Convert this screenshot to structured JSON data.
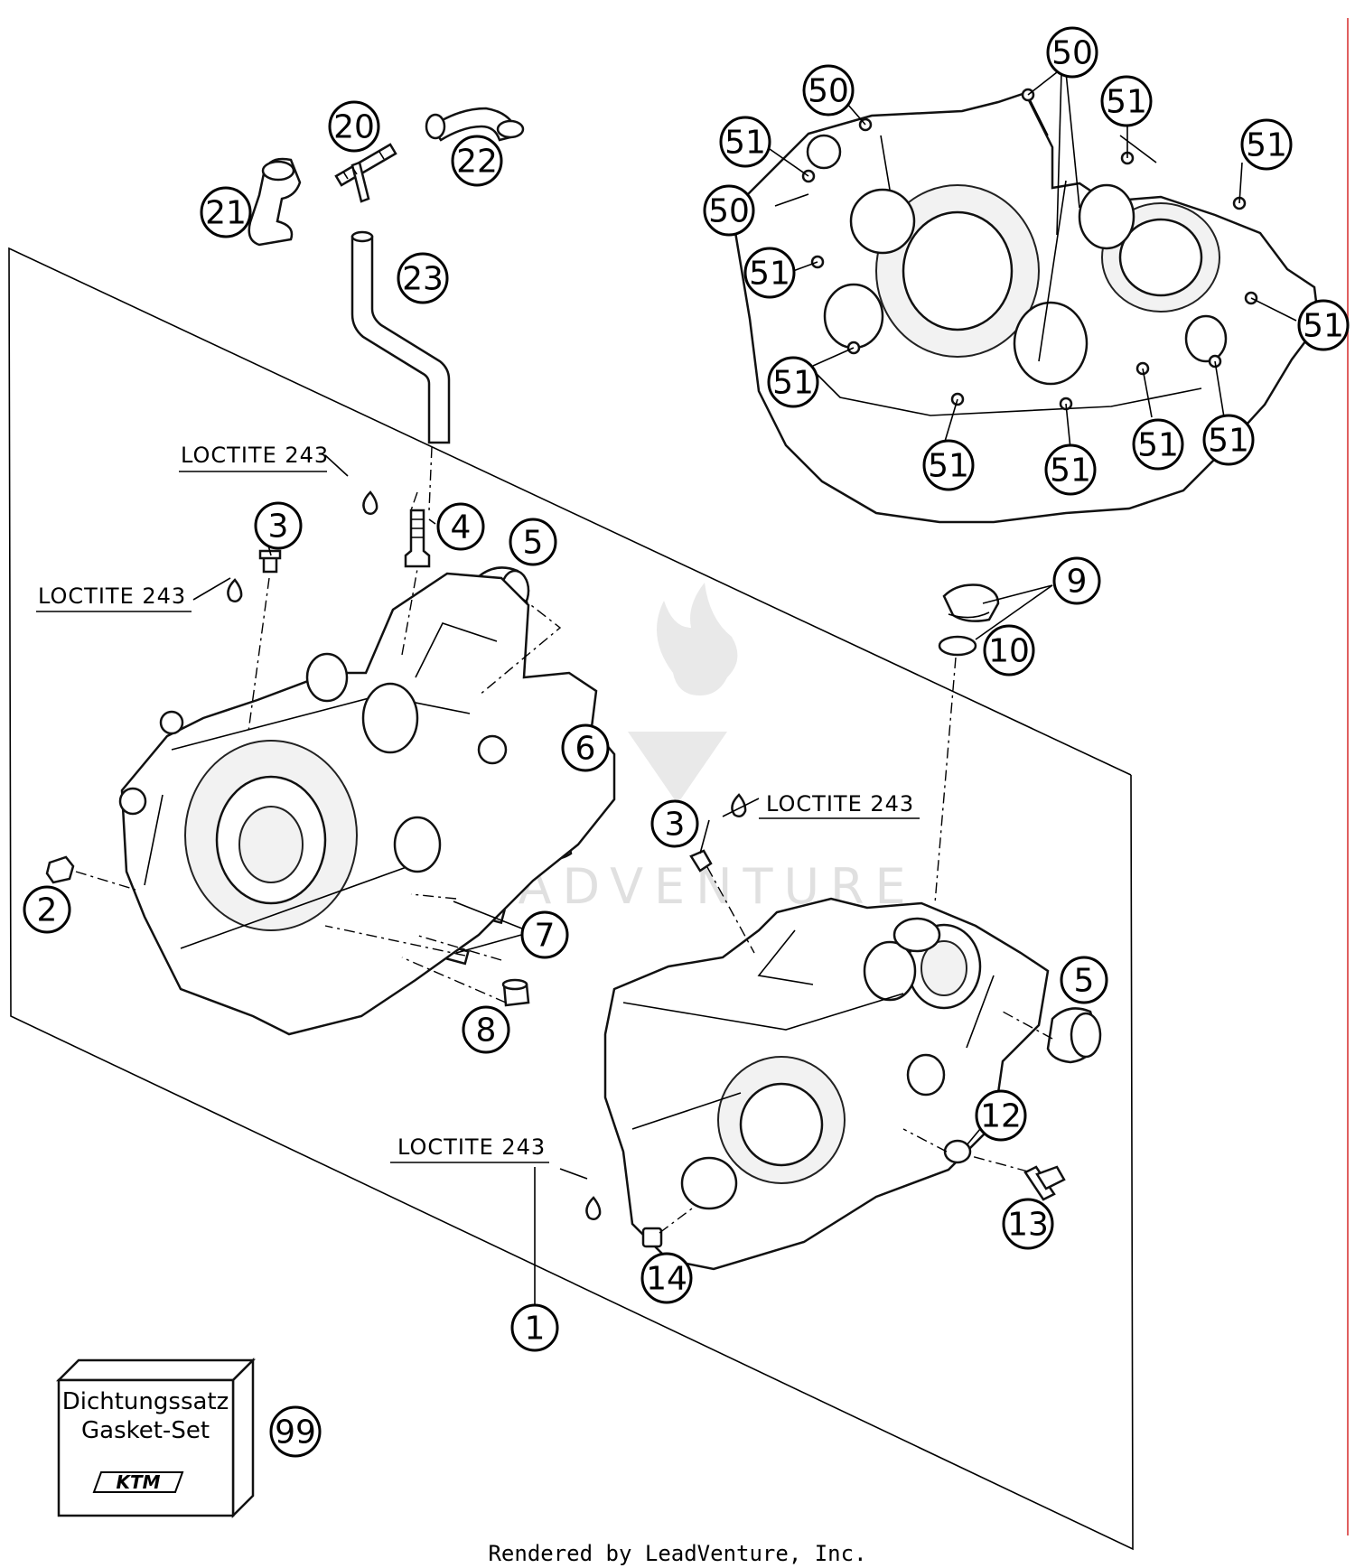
{
  "callouts": [
    {
      "id": "1",
      "label": "1"
    },
    {
      "id": "2",
      "label": "2"
    },
    {
      "id": "3a",
      "label": "3"
    },
    {
      "id": "3b",
      "label": "3"
    },
    {
      "id": "4",
      "label": "4"
    },
    {
      "id": "5a",
      "label": "5"
    },
    {
      "id": "5b",
      "label": "5"
    },
    {
      "id": "6",
      "label": "6"
    },
    {
      "id": "7",
      "label": "7"
    },
    {
      "id": "8",
      "label": "8"
    },
    {
      "id": "9",
      "label": "9"
    },
    {
      "id": "10",
      "label": "10"
    },
    {
      "id": "12",
      "label": "12"
    },
    {
      "id": "13",
      "label": "13"
    },
    {
      "id": "14",
      "label": "14"
    },
    {
      "id": "20",
      "label": "20"
    },
    {
      "id": "21",
      "label": "21"
    },
    {
      "id": "22",
      "label": "22"
    },
    {
      "id": "23",
      "label": "23"
    },
    {
      "id": "99",
      "label": "99"
    },
    {
      "id": "50a",
      "label": "50"
    },
    {
      "id": "50b",
      "label": "50"
    },
    {
      "id": "50c",
      "label": "50"
    },
    {
      "id": "51a",
      "label": "51"
    },
    {
      "id": "51b",
      "label": "51"
    },
    {
      "id": "51c",
      "label": "51"
    },
    {
      "id": "51d",
      "label": "51"
    },
    {
      "id": "51e",
      "label": "51"
    },
    {
      "id": "51f",
      "label": "51"
    },
    {
      "id": "51g",
      "label": "51"
    },
    {
      "id": "51h",
      "label": "51"
    },
    {
      "id": "51i",
      "label": "51"
    },
    {
      "id": "51j",
      "label": "51"
    },
    {
      "id": "51k",
      "label": "51"
    }
  ],
  "loctite_labels": {
    "a": "LOCTITE 243",
    "b": "LOCTITE 243",
    "c": "LOCTITE 243",
    "d": "LOCTITE 243"
  },
  "gasket_box": {
    "line1": "Dichtungssatz",
    "line2": "Gasket-Set",
    "logo": "KTM"
  },
  "watermark": "LEADVENTURE",
  "footer": "Rendered by LeadVenture, Inc."
}
